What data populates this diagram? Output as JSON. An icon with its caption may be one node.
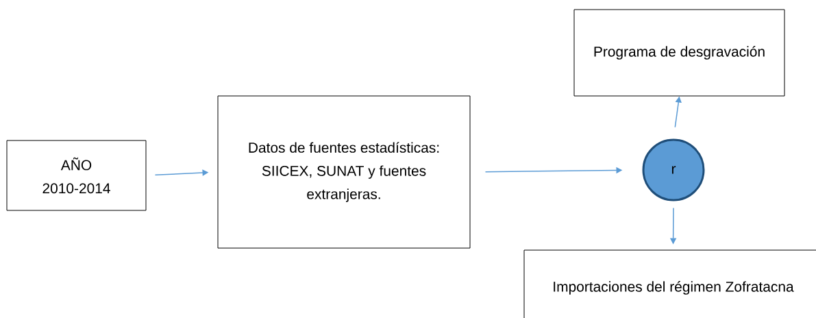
{
  "diagram": {
    "nodes": [
      {
        "text": [
          "AÑO",
          "2010-2014"
        ]
      },
      {
        "text": [
          "Datos de fuentes estadísticas: SIICEX, SUNAT y fuentes extranjeras."
        ]
      },
      {
        "text": [
          "r"
        ]
      },
      {
        "text": [
          "Programa de desgravación"
        ]
      },
      {
        "text": [
          "Importaciones del régimen Zofratacna"
        ]
      }
    ],
    "edges": [
      {
        "from": 0,
        "to": 1,
        "arrow": "to"
      },
      {
        "from": 1,
        "to": 2,
        "arrow": "to"
      },
      {
        "from": 2,
        "to": 3,
        "arrow": "to"
      },
      {
        "from": 2,
        "to": 4,
        "arrow": "to"
      }
    ]
  }
}
